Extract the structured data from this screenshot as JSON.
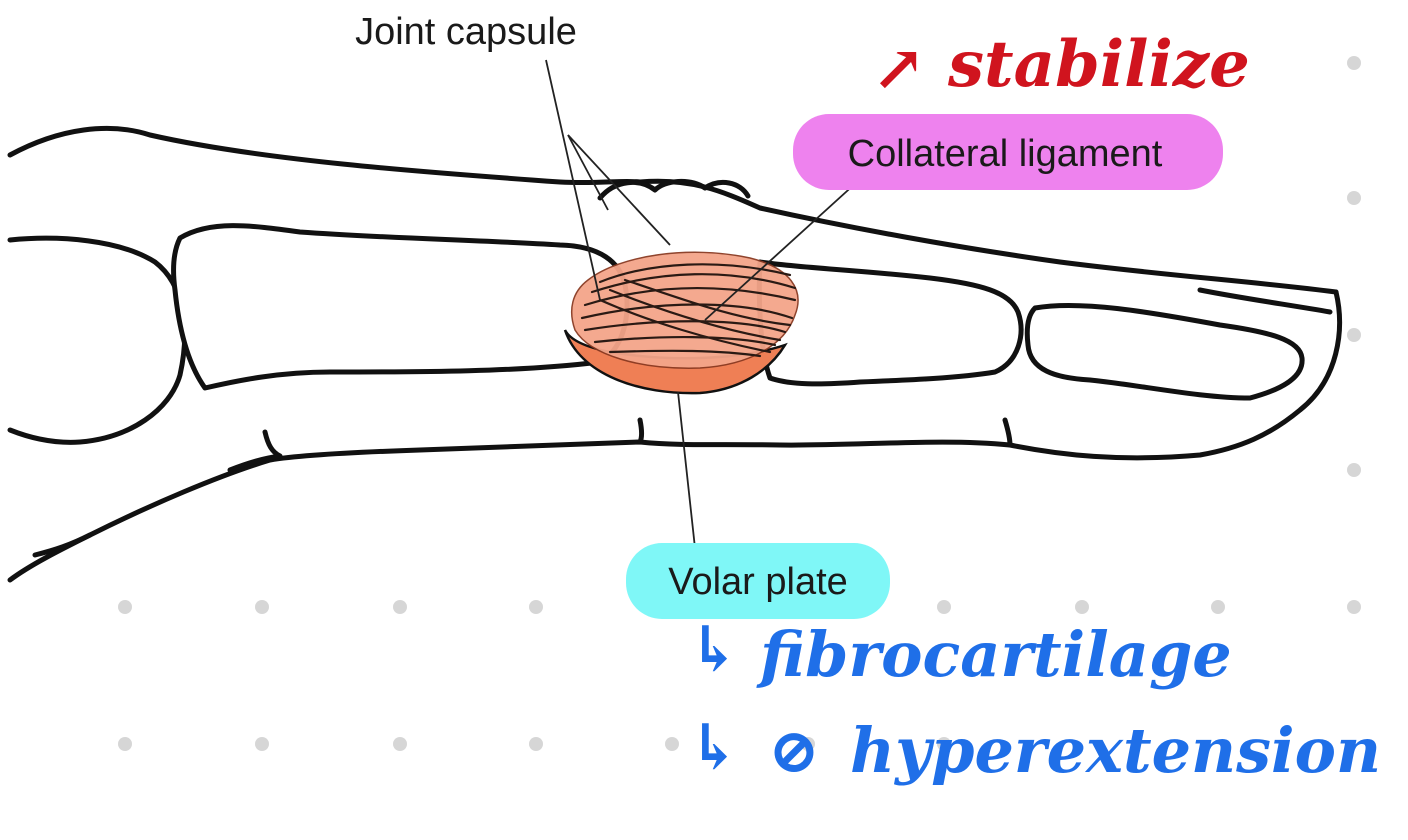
{
  "labels": {
    "joint_capsule": "Joint capsule",
    "collateral_ligament": "Collateral ligament",
    "volar_plate": "Volar plate"
  },
  "annotations": {
    "arrow_red": "↗",
    "stabilize": "stabilize",
    "arrow_blue_1": "↳",
    "fibrocartilage": "fibrocartilage",
    "arrow_blue_2": "↳",
    "symbol": "⊘",
    "hyperextension": "hyperextension"
  },
  "colors": {
    "collateral_ligament_highlight": "#ee82ee",
    "volar_plate_highlight": "#7ff7f7",
    "ligament_fill": "#f4a58a",
    "volar_plate_fill": "#ef7f55",
    "red_ink": "#d0141e",
    "blue_ink": "#1f6fe8",
    "grid_dot": "#d6d6d6"
  }
}
